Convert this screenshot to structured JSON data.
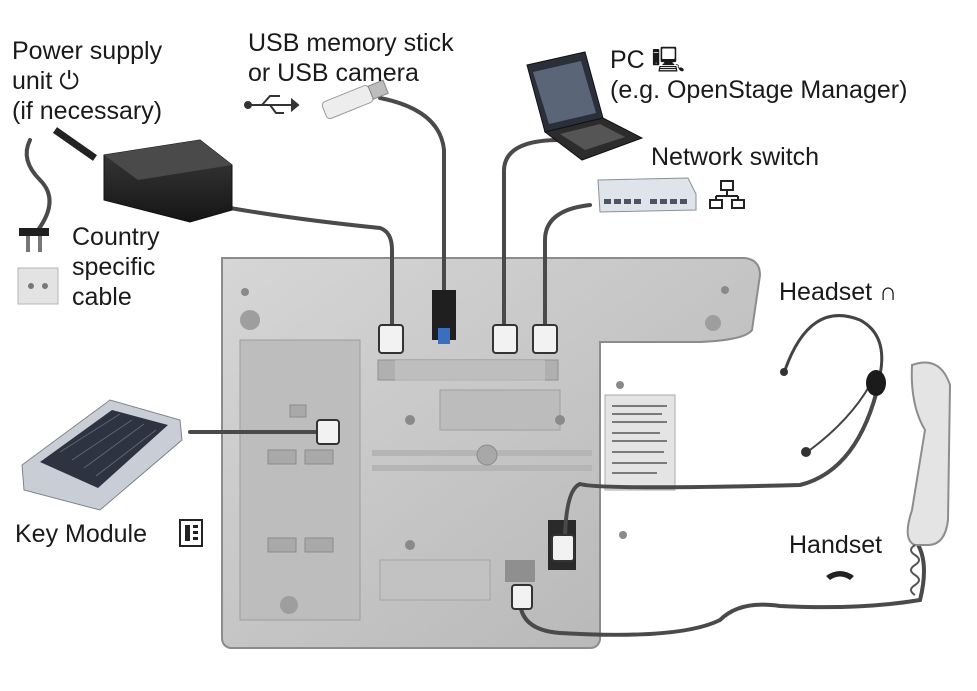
{
  "labels": {
    "power_supply": {
      "line1": "Power supply",
      "line2": "unit ⏻",
      "line3": "(if necessary)"
    },
    "usb": {
      "line1": "USB memory stick",
      "line2": "or USB camera"
    },
    "pc": {
      "line1": "PC 🖳",
      "line2": "(e.g. OpenStage Manager)"
    },
    "network_switch": "Network switch",
    "country_cable": {
      "line1": "Country",
      "line2": "specific",
      "line3": "cable"
    },
    "headset": "Headset ∩",
    "key_module": "Key Module",
    "handset": "Handset"
  },
  "icons": [
    "power-icon",
    "usb-icon",
    "pc-icon",
    "network-icon",
    "headset-icon",
    "key-module-icon",
    "handset-icon"
  ],
  "colors": {
    "phone_body": "#c9c9c9",
    "phone_shadow": "#9a9a9a",
    "cable": "#4a4a4a",
    "device_dark": "#2b2b2b"
  }
}
